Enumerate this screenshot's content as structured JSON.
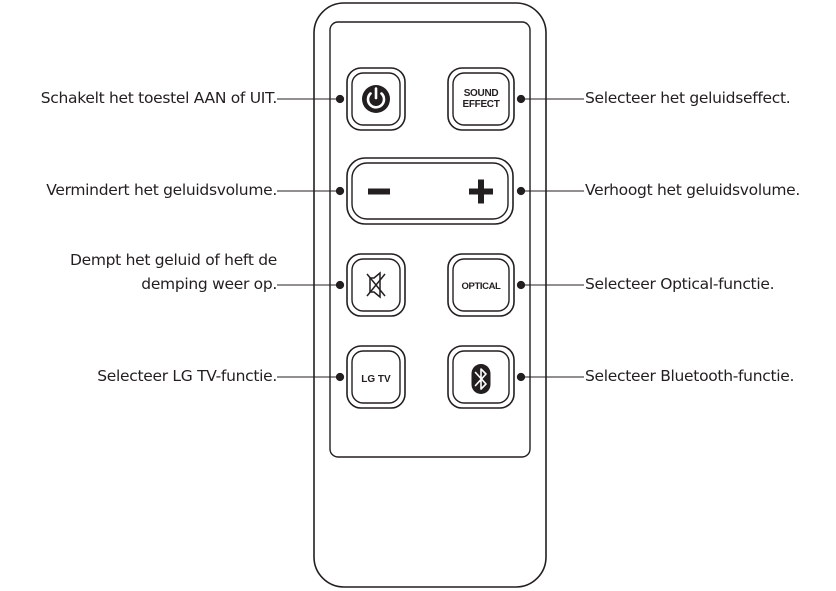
{
  "remote": {
    "buttons": {
      "power": {
        "icon": "power-icon"
      },
      "sound_effect": {
        "line1": "SOUND",
        "line2": "EFFECT"
      },
      "volume": {
        "minus": "−",
        "plus": "+"
      },
      "mute": {
        "icon": "mute-icon"
      },
      "optical": {
        "label": "OPTICAL"
      },
      "lgtv": {
        "label": "LG TV"
      },
      "bluetooth": {
        "icon": "bluetooth-icon"
      }
    }
  },
  "callouts": {
    "power": "Schakelt het toestel AAN of UIT.",
    "sound_effect": "Selecteer het geluidseffect.",
    "volume_down": "Vermindert het geluidsvolume.",
    "volume_up": "Verhoogt het geluidsvolume.",
    "mute_line1": "Dempt het geluid of heft de",
    "mute_line2": "demping weer op.",
    "optical": "Selecteer Optical-functie.",
    "lgtv": "Selecteer LG TV-functie.",
    "bluetooth": "Selecteer Bluetooth-functie."
  },
  "colors": {
    "ink": "#231f20",
    "background": "#ffffff"
  }
}
